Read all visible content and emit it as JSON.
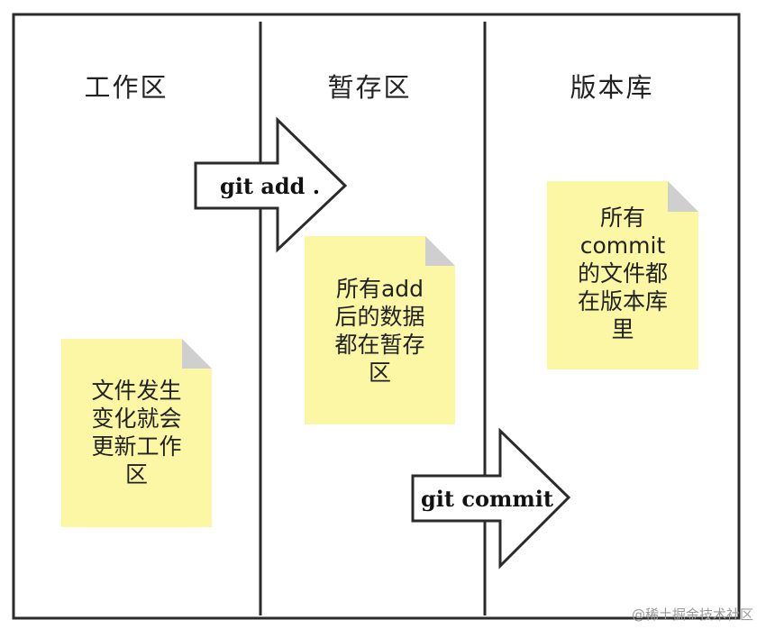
{
  "zones": [
    {
      "title": "工作区"
    },
    {
      "title": "暂存区"
    },
    {
      "title": "版本库"
    }
  ],
  "notes": [
    {
      "text": "文件发生\n变化就会\n更新工作\n区"
    },
    {
      "text": "所有add\n后的数据\n都在暂存\n区"
    },
    {
      "text": "所有\ncommit\n的文件都\n在版本库\n里"
    }
  ],
  "arrows": [
    {
      "label": "git add ."
    },
    {
      "label": "git commit"
    }
  ],
  "watermark": "@稀土掘金技术社区",
  "colors": {
    "note_fill": "#fbf7a5",
    "note_fold": "#cfcfcf",
    "frame": "#2b2b2b"
  }
}
